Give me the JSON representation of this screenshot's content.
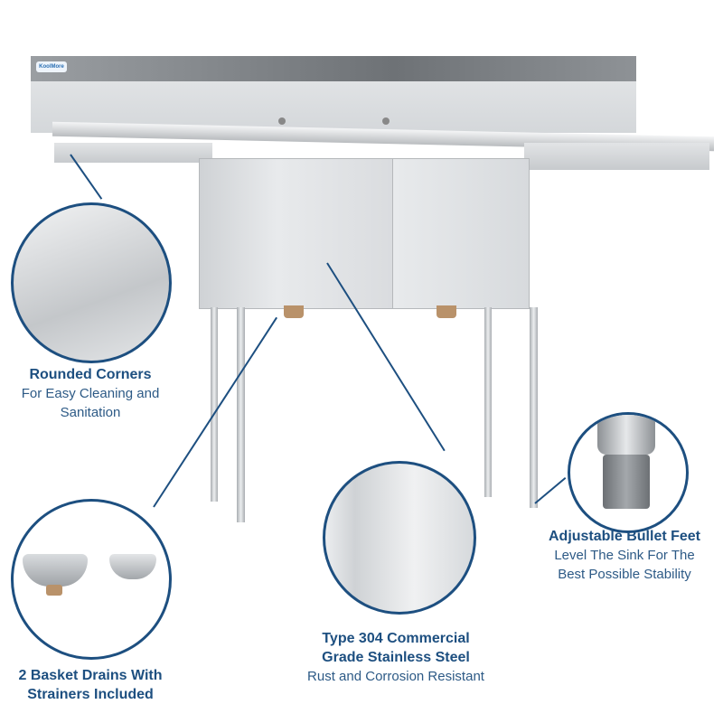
{
  "brand": {
    "logo_text": "KoolMore"
  },
  "features": [
    {
      "title": "Rounded Corners",
      "description": "For Easy Cleaning and Sanitation"
    },
    {
      "title": "2 Basket Drains With Strainers Included",
      "description": ""
    },
    {
      "title": "Type 304 Commercial Grade Stainless Steel",
      "description": "Rust and Corrosion Resistant"
    },
    {
      "title": "Adjustable Bullet Feet",
      "description": "Level The Sink For The Best Possible Stability"
    }
  ],
  "colors": {
    "accent": "#1d4f80",
    "steel": "#c8cbce"
  }
}
